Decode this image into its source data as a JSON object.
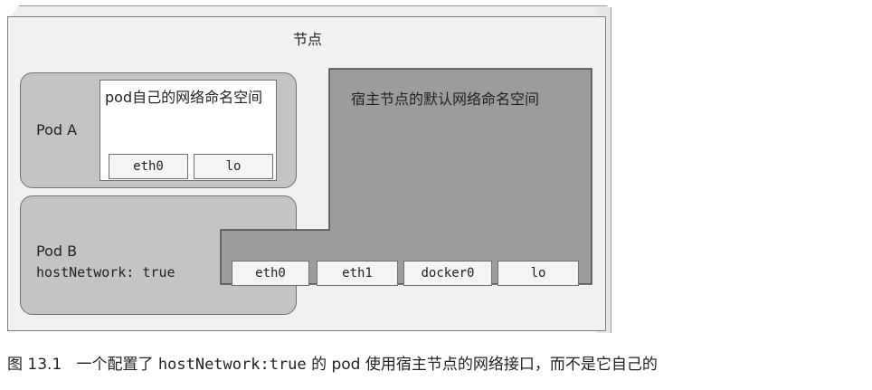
{
  "node": {
    "label": "节点"
  },
  "pod_a": {
    "label": "Pod A",
    "namespace_label": "pod自己的网络命名空间",
    "interfaces": [
      "eth0",
      "lo"
    ]
  },
  "pod_b": {
    "label": "Pod B",
    "host_network_text": "hostNetwork: true"
  },
  "host_namespace": {
    "label": "宿主节点的默认网络命名空间",
    "interfaces": [
      "eth0",
      "eth1",
      "docker0",
      "lo"
    ]
  },
  "caption": {
    "figure_number": "图 13.1",
    "text_before": "一个配置了",
    "code": "hostNetwork:true",
    "text_after": "的 pod 使用宿主节点的网络接口，而不是它自己的"
  },
  "colors": {
    "node_fill": "#f1f1f1",
    "pod_fill": "#c4c4c4",
    "host_ns_fill": "#9c9c9c",
    "iface_fill": "#f4f4f4",
    "border": "#707070"
  }
}
